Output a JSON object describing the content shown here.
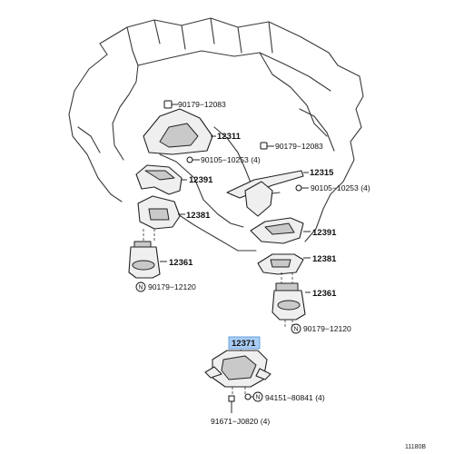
{
  "diagram": {
    "reference_code": "11180B",
    "highlighted_part": "12371",
    "parts": {
      "p12311": "12311",
      "p12391_upper": "12391",
      "p12381": "12381",
      "p12361_left": "12361",
      "p12315": "12315",
      "p12391_right": "12391",
      "p12381_right": "12381",
      "p12361_right": "12361",
      "p12371": "12371"
    },
    "fasteners": {
      "f_90179_12083_top": "90179−12083",
      "f_90179_12083_right": "90179−12083",
      "f_90105_10253_left": "90105−10253 (4)",
      "f_90105_10253_right": "90105−10253 (4)",
      "f_90179_12120_left": "90179−12120",
      "f_90179_12120_right": "90179−12120",
      "f_94151_80841": "94151−80841 (4)",
      "f_91671_J0820": "91671−J0820 (4)"
    },
    "callout_letter": "N"
  }
}
